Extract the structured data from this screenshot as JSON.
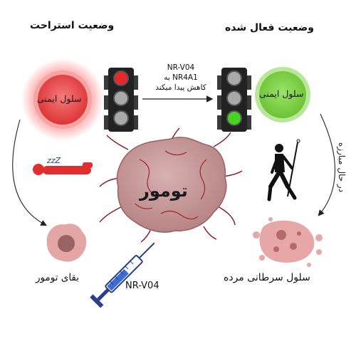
{
  "titles": {
    "rest_state": "وضعیت استراحت",
    "activated_state": "وضعیت فعال شده"
  },
  "arrow": {
    "line1": "NR-V04",
    "line2": "NR4A1 به",
    "line3": "کاهش پیدا میکند"
  },
  "cells": {
    "resting_label": "سلول ایمنی",
    "active_label": "سلول ایمنی"
  },
  "tumor": {
    "label": "تومور"
  },
  "side": {
    "fighting": "در حال مبارزه"
  },
  "outcomes": {
    "tumor_survival": "بقای تومور",
    "dead_cancer_cell": "سلول سرطانی مرده"
  },
  "drug": {
    "label": "NR-V04"
  },
  "sleep": {
    "zzz": "zzZ"
  },
  "colors": {
    "red_cell": "#e8393a",
    "green_cell": "#7dcf3e",
    "tumor": "#c99a9a",
    "light_red": "#e8292a",
    "light_green": "#46d321",
    "light_off": "#a9a9a9"
  },
  "traffic_lights": {
    "left_active": "red-top",
    "right_active": "green-bottom"
  }
}
